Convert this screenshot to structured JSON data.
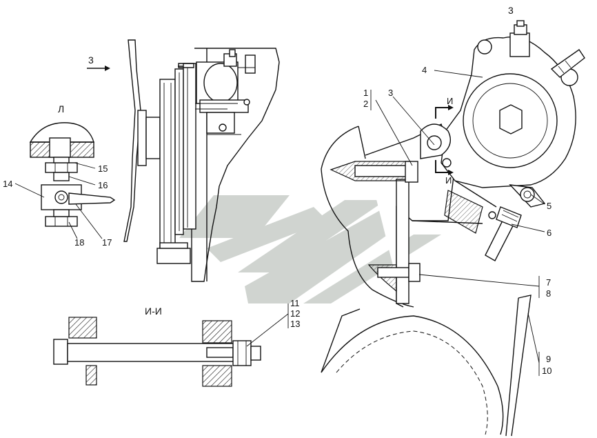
{
  "views": {
    "view_3_arrow": "3",
    "view_3_title": "3",
    "view_L_title": "Л",
    "section_II_title": "И-И"
  },
  "section_marks": {
    "upper": "И",
    "lower": "И"
  },
  "callouts": {
    "c1": "1",
    "c2": "2",
    "c3": "3",
    "c4": "4",
    "c5": "5",
    "c6": "6",
    "c7": "7",
    "c8": "8",
    "c9": "9",
    "c10": "10",
    "c11": "11",
    "c12": "12",
    "c13": "13",
    "c14": "14",
    "c15": "15",
    "c16": "16",
    "c17": "17",
    "c18": "18"
  },
  "colors": {
    "line": "#111111",
    "watermark": "#c8cdc8"
  }
}
